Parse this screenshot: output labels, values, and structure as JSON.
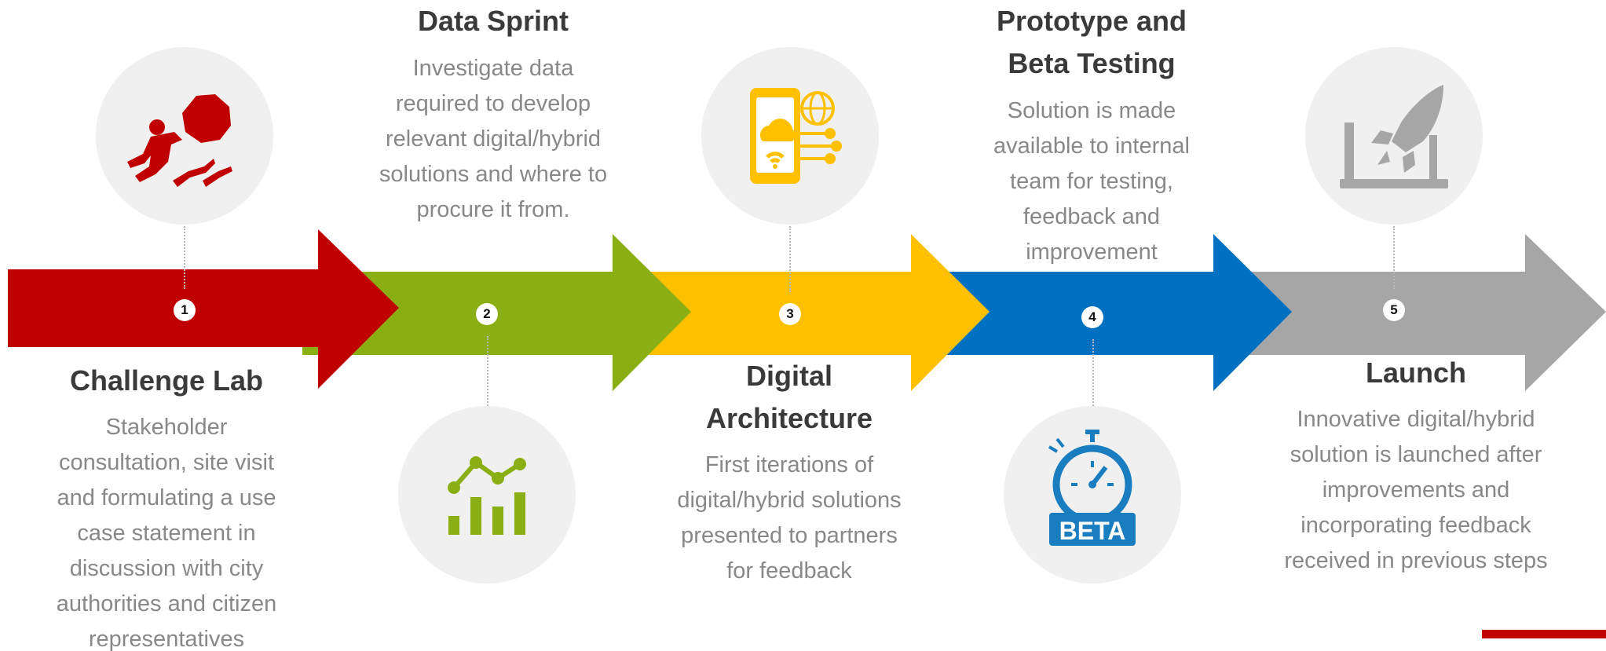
{
  "colors": {
    "stage1": "#c00000",
    "stage2": "#8aaf14",
    "stage3": "#ffc000",
    "stage4": "#0070c0",
    "stage5": "#a6a6a6",
    "title_text": "#3a3a3a",
    "desc_text": "#888888",
    "icon_circle": "#f0f0f0"
  },
  "stages": [
    {
      "number": "1",
      "title": "Challenge Lab",
      "description": "Stakeholder consultation, site visit and formulating a use case statement in discussion with city authorities and citizen representatives",
      "icon": "sisyphus-boulder-icon"
    },
    {
      "number": "2",
      "title": "Data Sprint",
      "description": "Investigate data required to develop relevant digital/hybrid solutions and where to procure it from.",
      "icon": "line-bar-chart-icon"
    },
    {
      "number": "3",
      "title": "Digital Architecture",
      "description": "First iterations of digital/hybrid solutions presented to partners for feedback",
      "icon": "cloud-network-phone-icon"
    },
    {
      "number": "4",
      "title": "Prototype and Beta Testing",
      "description": "Solution is made available to internal team for testing, feedback and improvement",
      "icon": "beta-stopwatch-icon"
    },
    {
      "number": "5",
      "title": "Launch",
      "description": "Innovative digital/hybrid solution is launched after improvements and incorporating feedback received in previous steps",
      "icon": "laptop-rocket-icon"
    }
  ],
  "beta_label": "BETA"
}
